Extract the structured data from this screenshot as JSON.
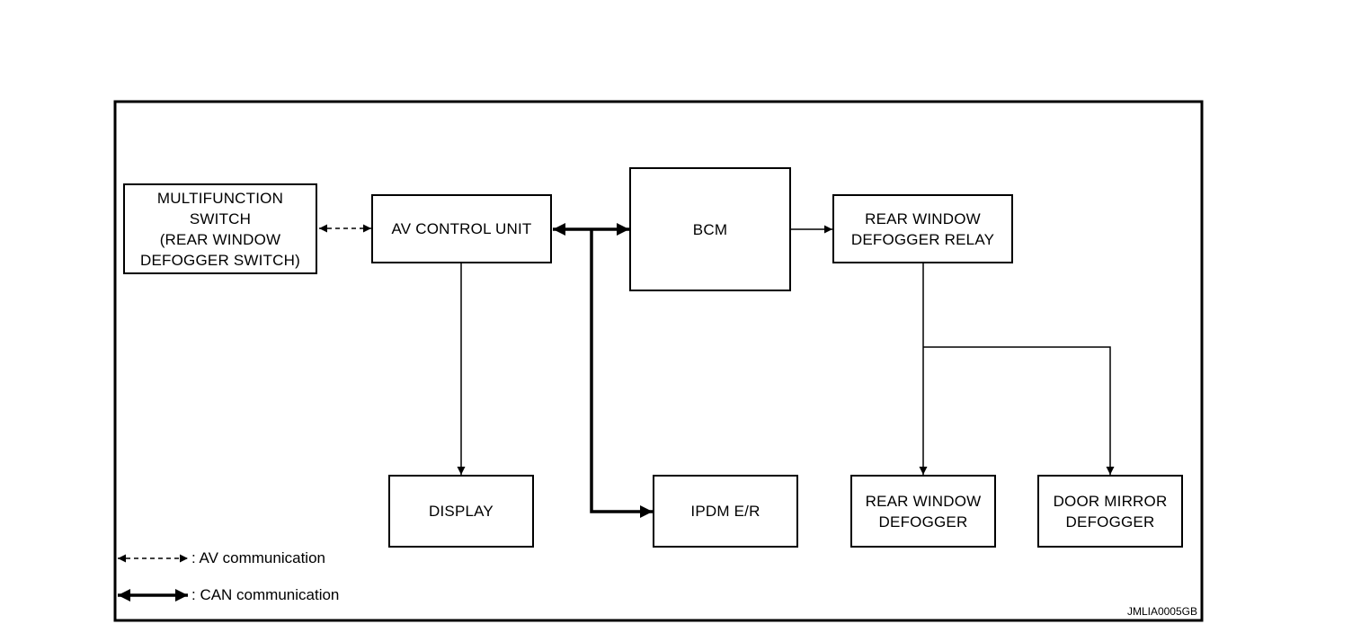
{
  "blocks": {
    "multifunction_switch": {
      "line1": "MULTIFUNCTION",
      "line2": "SWITCH",
      "line3": "(REAR WINDOW",
      "line4": "DEFOGGER SWITCH)"
    },
    "av_control_unit": {
      "label": "AV CONTROL UNIT"
    },
    "bcm": {
      "label": "BCM"
    },
    "rear_window_defogger_relay": {
      "line1": "REAR WINDOW",
      "line2": "DEFOGGER RELAY"
    },
    "display": {
      "label": "DISPLAY"
    },
    "ipdm_er": {
      "label": "IPDM E/R"
    },
    "rear_window_defogger": {
      "line1": "REAR WINDOW",
      "line2": "DEFOGGER"
    },
    "door_mirror_defogger": {
      "line1": "DOOR MIRROR",
      "line2": "DEFOGGER"
    }
  },
  "connections": [
    {
      "from": "MULTIFUNCTION SWITCH",
      "to": "AV CONTROL UNIT",
      "type": "AV communication",
      "direction": "both"
    },
    {
      "from": "AV CONTROL UNIT",
      "to": "BCM",
      "type": "CAN communication",
      "direction": "both"
    },
    {
      "from": "AV CONTROL UNIT",
      "to": "IPDM E/R",
      "type": "CAN communication",
      "direction": "to"
    },
    {
      "from": "AV CONTROL UNIT",
      "to": "DISPLAY",
      "type": "signal",
      "direction": "to"
    },
    {
      "from": "BCM",
      "to": "REAR WINDOW DEFOGGER RELAY",
      "type": "signal",
      "direction": "to"
    },
    {
      "from": "REAR WINDOW DEFOGGER RELAY",
      "to": "REAR WINDOW DEFOGGER",
      "type": "signal",
      "direction": "to"
    },
    {
      "from": "REAR WINDOW DEFOGGER RELAY",
      "to": "DOOR MIRROR DEFOGGER",
      "type": "signal",
      "direction": "to"
    }
  ],
  "legend": {
    "av_communication": ": AV communication",
    "can_communication": ": CAN communication"
  },
  "figure_code": "JMLIA0005GB"
}
